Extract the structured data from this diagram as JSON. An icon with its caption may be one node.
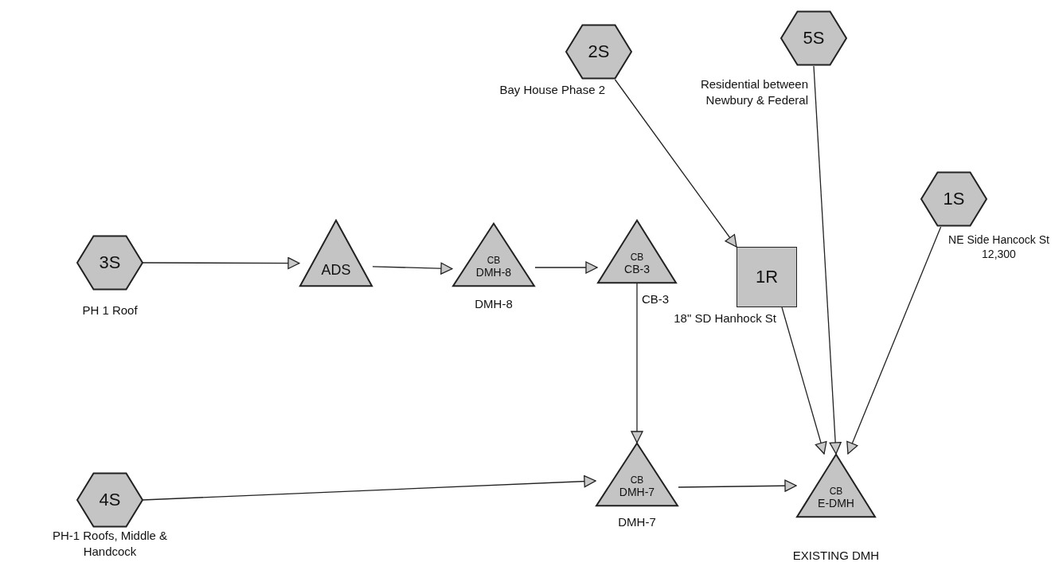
{
  "diagram": {
    "nodes": [
      {
        "text": [
          "2S"
        ],
        "beside": [
          "Bay House Phase 2"
        ]
      },
      {
        "text": [
          "5S"
        ],
        "beside": [
          "Residential between Newbury & Federal"
        ]
      },
      {
        "text": [
          "1S"
        ],
        "beside": [
          "NE Side Hancock St 12,300"
        ]
      },
      {
        "text": [
          "3S"
        ],
        "beside": [
          "PH 1 Roof"
        ]
      },
      {
        "text": [
          "ADS"
        ]
      },
      {
        "text": [
          "CB",
          "DMH-8"
        ],
        "beside": [
          "DMH-8"
        ]
      },
      {
        "text": [
          "CB",
          "CB-3"
        ],
        "beside": [
          "CB-3"
        ]
      },
      {
        "text": [
          "1R"
        ],
        "beside": [
          "18\" SD Hanhock St"
        ]
      },
      {
        "text": [
          "4S"
        ],
        "beside": [
          "PH-1 Roofs, Middle & Handcock"
        ]
      },
      {
        "text": [
          "CB",
          "DMH-7"
        ],
        "beside": [
          "DMH-7"
        ]
      },
      {
        "text": [
          "CB",
          "E-DMH"
        ],
        "beside": [
          "EXISTING DMH"
        ]
      }
    ],
    "edges": [
      {
        "from": 3,
        "to": 4,
        "arrow": "to"
      },
      {
        "from": 4,
        "to": 5,
        "arrow": "to"
      },
      {
        "from": 5,
        "to": 6,
        "arrow": "to"
      },
      {
        "from": 6,
        "to": 9,
        "arrow": "to"
      },
      {
        "from": 8,
        "to": 9,
        "arrow": "to"
      },
      {
        "from": 9,
        "to": 10,
        "arrow": "to"
      },
      {
        "from": 0,
        "to": 7,
        "arrow": "to"
      },
      {
        "from": 7,
        "to": 10,
        "arrow": "to"
      },
      {
        "from": 1,
        "to": 10,
        "arrow": "to"
      },
      {
        "from": 2,
        "to": 10,
        "arrow": "to"
      }
    ]
  }
}
